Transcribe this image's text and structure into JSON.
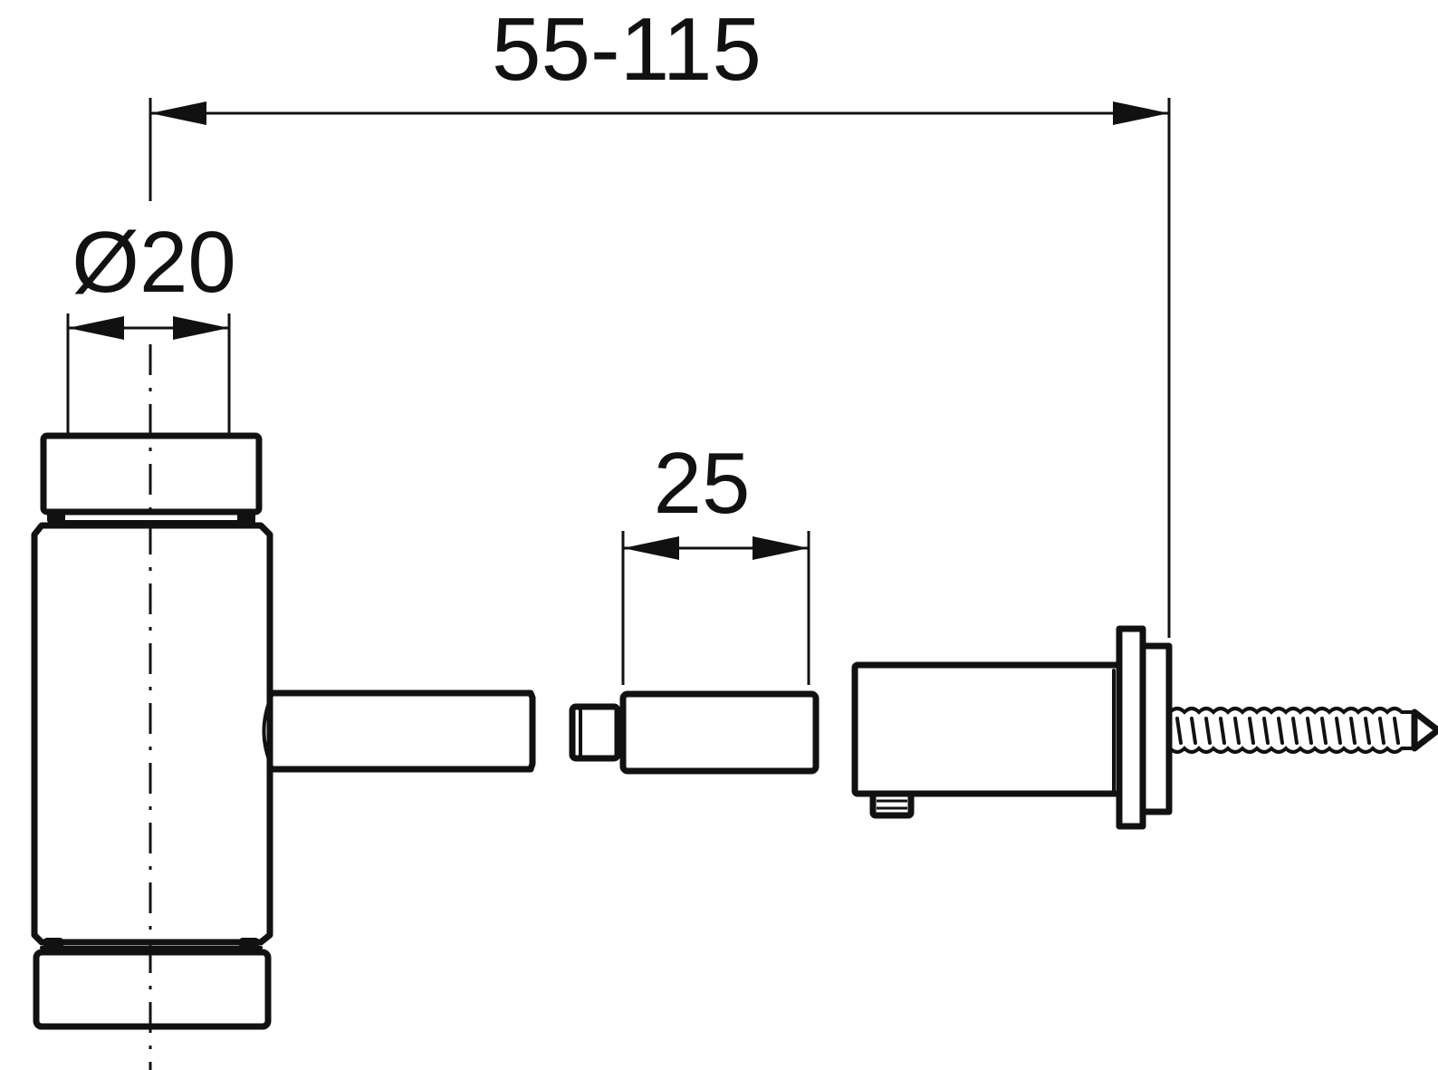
{
  "dimensions": {
    "overall_length": "55-115",
    "pipe_diameter": "Ø20",
    "extension_length": "25"
  },
  "colors": {
    "line": "#111111",
    "background": "#ffffff"
  }
}
